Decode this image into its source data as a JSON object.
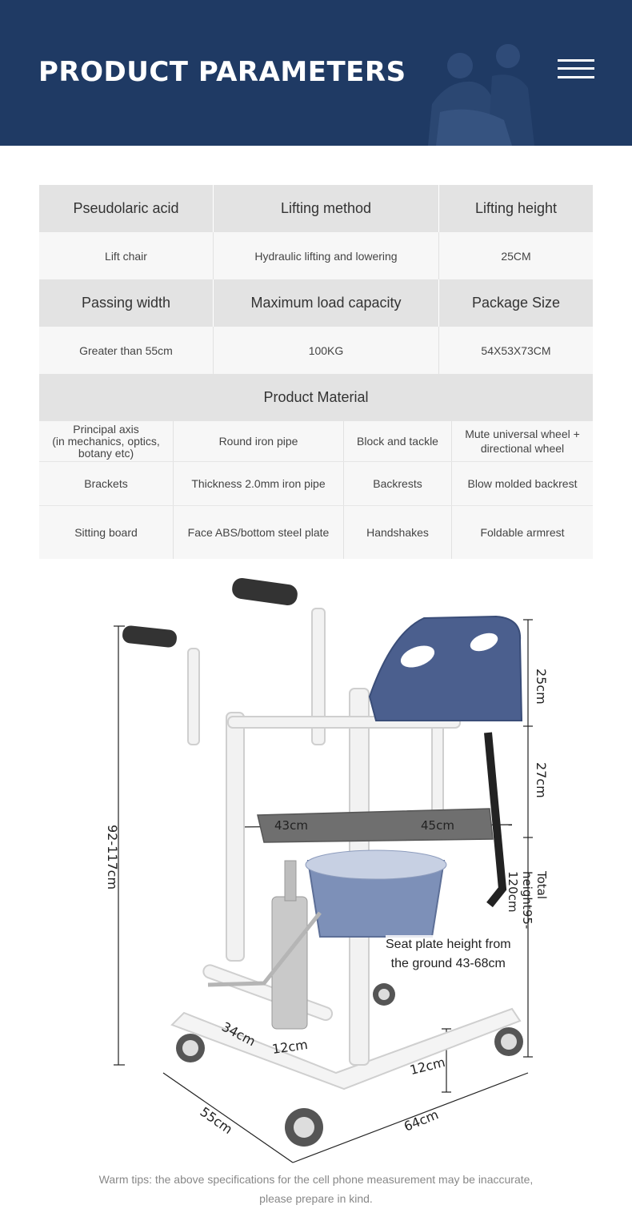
{
  "header": {
    "title": "PRODUCT PARAMETERS"
  },
  "table1": {
    "row1_headers": [
      "Pseudolaric acid",
      "Lifting method",
      "Lifting height"
    ],
    "row1_values": [
      "Lift chair",
      "Hydraulic lifting and lowering",
      "25CM"
    ],
    "row2_headers": [
      "Passing width",
      "Maximum load capacity",
      "Package Size"
    ],
    "row2_values": [
      "Greater than 55cm",
      "100KG",
      "54X53X73CM"
    ]
  },
  "material": {
    "title": "Product Material",
    "rows": [
      [
        "Principal axis\n(in mechanics, optics,\nbotany etc)",
        "Round iron pipe",
        "Block and tackle",
        "Mute universal wheel +\ndirectional wheel"
      ],
      [
        "Brackets",
        "Thickness 2.0mm iron pipe",
        "Backrests",
        "Blow molded backrest"
      ],
      [
        "Sitting board",
        "Face ABS/bottom steel plate",
        "Handshakes",
        "Foldable armrest"
      ]
    ]
  },
  "dimensions": {
    "backrest": "25cm",
    "armrest_to_seat": "27cm",
    "total_height": "Total height95-120cm",
    "handle_height": "92-117cm",
    "seat_left": "43cm",
    "seat_right": "45cm",
    "seat_height_note_line1": "Seat plate height from",
    "seat_height_note_line2": "the ground 43-68cm",
    "pedal_length": "34cm",
    "pedal_width": "12cm",
    "base_height": "12cm",
    "base_depth": "55cm",
    "base_width": "64cm"
  },
  "tips": {
    "line1": "Warm tips: the above specifications for the cell phone measurement may be inaccurate,",
    "line2": "please prepare in kind."
  }
}
